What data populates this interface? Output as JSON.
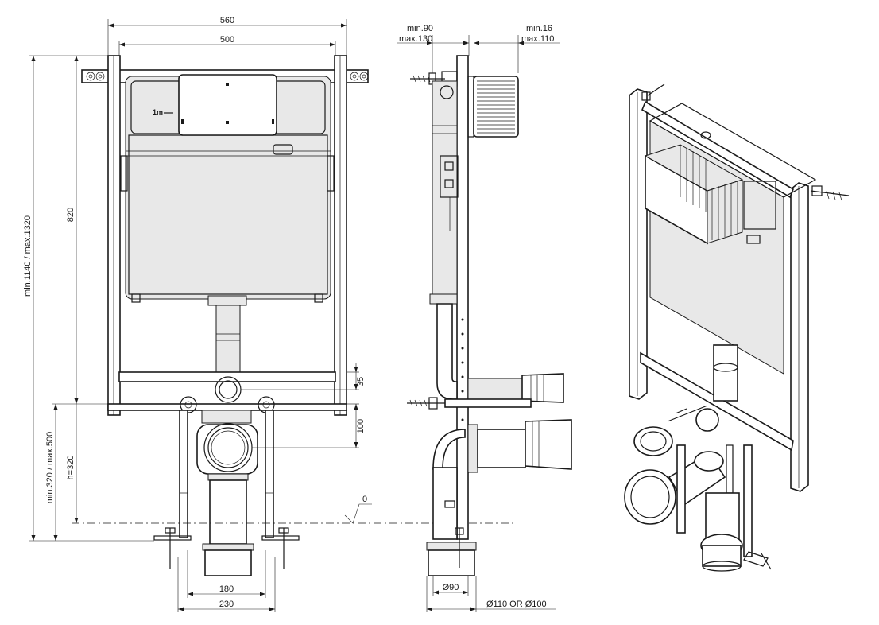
{
  "front_view": {
    "dim_total_width": "560",
    "dim_frame_width": "500",
    "dim_total_height": "min.1140 / max.1320",
    "dim_cistern_height": "820",
    "dim_floor_range": "min.320 / max.500",
    "dim_h": "h=320",
    "dim_35": "35",
    "dim_100": "100",
    "dim_180": "180",
    "dim_230": "230",
    "cistern_badge": "1m",
    "floor_zero": "0"
  },
  "side_view": {
    "dim_wall_min": "min.90",
    "dim_wall_max": "max.130",
    "dim_plate_min": "min.16",
    "dim_plate_max": "max.110",
    "dim_diam90": "Ø90",
    "dim_outlet": "Ø110 OR Ø100"
  }
}
